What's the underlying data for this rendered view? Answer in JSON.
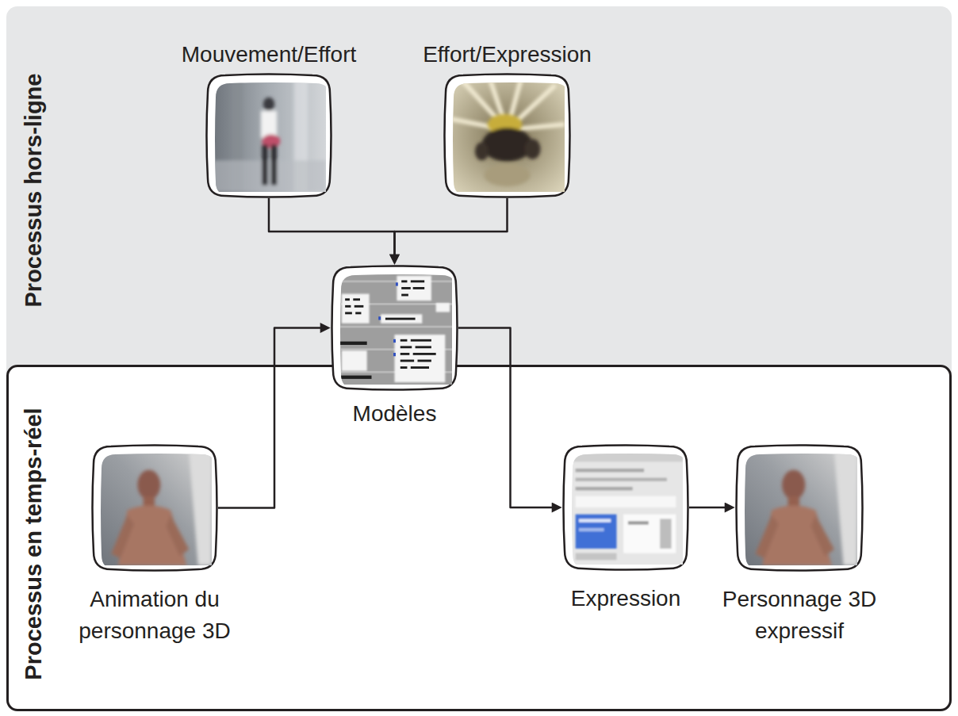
{
  "diagram": {
    "nodes": [
      {
        "text": [
          "Processus hors-ligne"
        ]
      },
      {
        "text": [
          "Mouvement/Effort"
        ],
        "in": 0
      },
      {
        "text": [
          "Effort/Expression"
        ],
        "in": 0
      },
      {
        "text": [
          "Modèles"
        ]
      },
      {
        "text": [
          "Processus en temps-réel"
        ]
      },
      {
        "text": [
          "Animation du personnage 3D"
        ],
        "in": 4
      },
      {
        "text": [
          "Expression"
        ],
        "in": 4
      },
      {
        "text": [
          "Personnage 3D expressif"
        ],
        "in": 4
      }
    ],
    "edges": [
      {
        "from": 1,
        "to": 3,
        "arrow": "to"
      },
      {
        "from": 2,
        "to": 3,
        "arrow": "to"
      },
      {
        "from": 5,
        "to": 3,
        "arrow": "to"
      },
      {
        "from": 3,
        "to": 6,
        "arrow": "to"
      },
      {
        "from": 6,
        "to": 7,
        "arrow": "to"
      }
    ]
  }
}
